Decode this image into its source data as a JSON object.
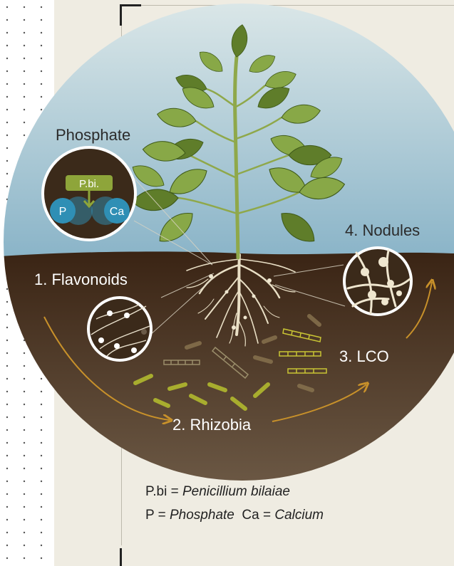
{
  "labels": {
    "phosphate": "Phosphate",
    "flavonoids": "1. Flavonoids",
    "rhizobia": "2. Rhizobia",
    "lco": "3. LCO",
    "nodules": "4. Nodules"
  },
  "phosphate_inset": {
    "pbi_tag": "P.bi.",
    "p_label": "P",
    "ca_label": "Ca"
  },
  "legend": {
    "line1_abbr": "P.bi",
    "line1_eq": " = ",
    "line1_name": "Penicillium bilaiae",
    "line2_p_abbr": "P",
    "line2_p_eq": " = ",
    "line2_p_name": "Phosphate",
    "line2_ca_abbr": "Ca",
    "line2_ca_eq": " = ",
    "line2_ca_name": "Calcium"
  },
  "colors": {
    "sky_top": "#c9dde3",
    "sky_bottom": "#8fb7c9",
    "soil_top": "#3d2716",
    "soil_bottom": "#6b5540",
    "panel": "#efece2",
    "leaf": "#7d9a3c",
    "leaf_dark": "#4f6a22",
    "bacteria": "#a8ad2e",
    "arrow": "#c8912a",
    "phosphate_blue": "#2f8fb5",
    "pbi_green": "#8ea53a"
  }
}
